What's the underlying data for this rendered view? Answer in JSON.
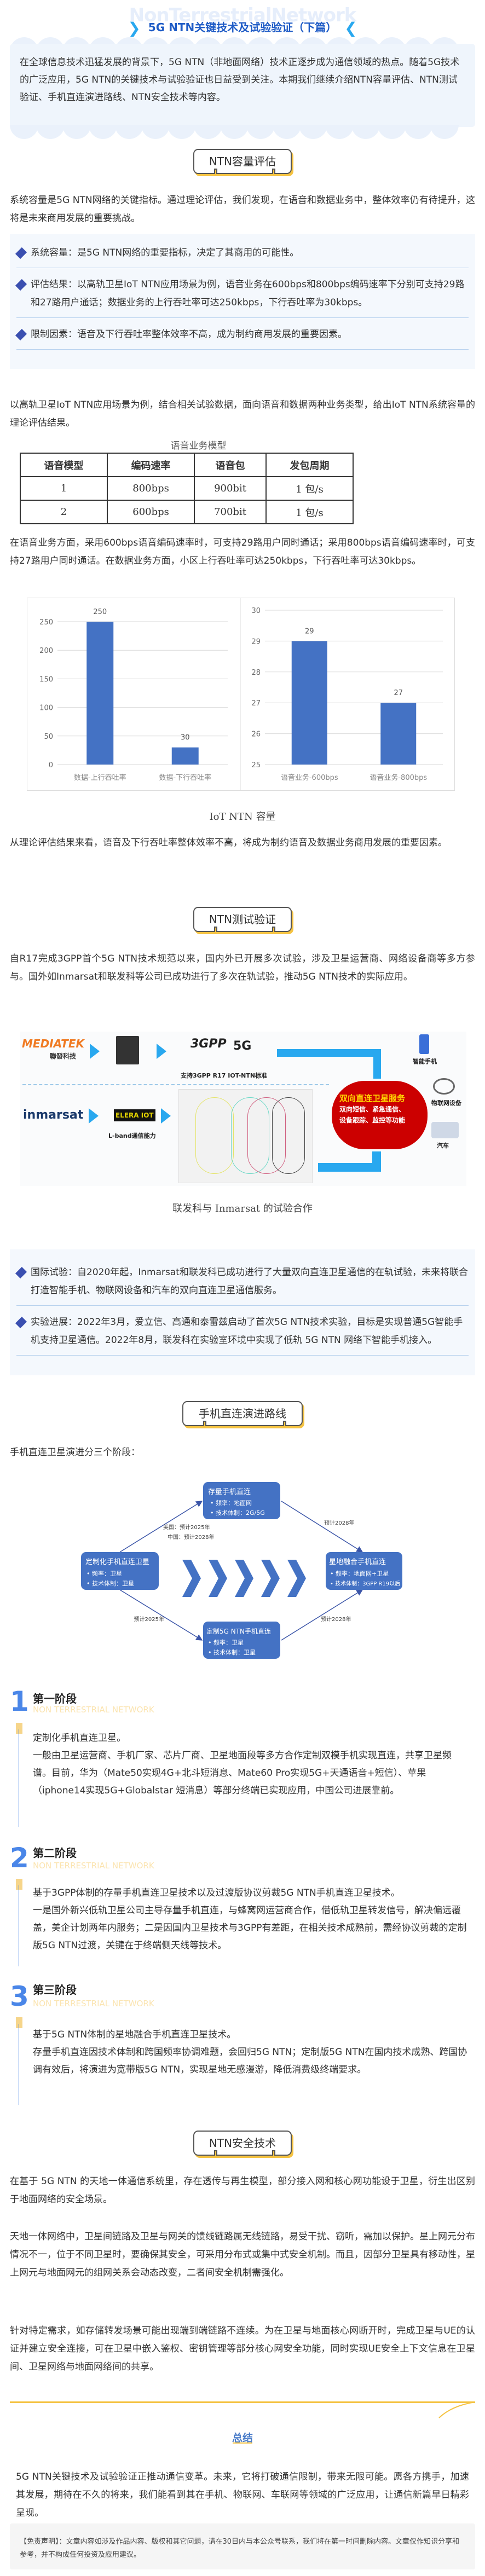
{
  "header": {
    "watermark": "NonTerrestrialNetwork",
    "title": "5G NTN关键技术及试验验证（下篇）",
    "chevron_left": "❯",
    "chevron_right": "❮"
  },
  "intro": "在全球信息技术迅猛发展的背景下，5G NTN（非地面网络）技术正逐步成为通信领域的热点。随着5G技术的广泛应用，5G NTN的关键技术与试验验证也日益受到关注。本期我们继续介绍NTN容量评估、NTN测试验证、手机直连演进路线、NTN安全技术等内容。",
  "capacity": {
    "heading": "NTN容量评估",
    "para1": "系统容量是5G NTN网络的关键指标。通过理论评估，我们发现，在语音和数据业务中，整体效率仍有待提升，这将是未来商用发展的重要挑战。",
    "bullets": [
      "系统容量：是5G NTN网络的重要指标，决定了其商用的可能性。",
      "评估结果：以高轨卫星IoT NTN应用场景为例，语音业务在600bps和800bps编码速率下分别可支持29路和27路用户通话；数据业务的上行吞吐率可达250kbps，下行吞吐率为30kbps。",
      "限制因素：语音及下行吞吐率整体效率不高，成为制约商用发展的重要因素。"
    ],
    "para2": "以高轨卫星IoT NTN应用场景为例，结合相关试验数据，面向语音和数据两种业务类型，给出IoT NTN系统容量的理论评估结果。",
    "table": {
      "caption": "语音业务模型",
      "headers": [
        "语音模型",
        "编码速率",
        "语音包",
        "发包周期"
      ],
      "rows": [
        [
          "1",
          "800bps",
          "900bit",
          "1 包/s"
        ],
        [
          "2",
          "600bps",
          "700bit",
          "1 包/s"
        ]
      ]
    },
    "para3": "在语音业务方面，采用600bps语音编码速率时，可支持29路用户同时通话；采用800bps语音编码速率时，可支持27路用户同时通话。在数据业务方面，小区上行吞吐率可达250kbps，下行吞吐率可达30kbps。",
    "chart_caption": "IoT NTN 容量",
    "para4": "从理论评估结果来看，语音及下行吞吐率整体效率不高，将成为制约语音及数据业务商用发展的重要因素。"
  },
  "chart_data": [
    {
      "type": "bar",
      "title": "",
      "categories": [
        "数据-上行吞吐率",
        "数据-下行吞吐率"
      ],
      "values": [
        250,
        30
      ],
      "ylim": [
        0,
        250
      ],
      "yticks": [
        0,
        50,
        100,
        150,
        200,
        250
      ],
      "xlabel": "",
      "ylabel": "",
      "grid": true,
      "color": "#4472c4"
    },
    {
      "type": "bar",
      "title": "",
      "categories": [
        "语音业务-600bps",
        "语音业务-800bps"
      ],
      "values": [
        29,
        27
      ],
      "ylim": [
        25,
        30
      ],
      "yticks": [
        25,
        26,
        27,
        28,
        29,
        30
      ],
      "xlabel": "",
      "ylabel": "",
      "grid": true,
      "color": "#4472c4"
    }
  ],
  "testing": {
    "heading": "NTN测试验证",
    "para": "自R17完成3GPP首个5G NTN技术规范以来，国内外已开展多次试验，涉及卫星运营商、网络设备商等多方参与。国外如Inmarsat和联发科等公司已成功进行了多次在轨试验，推动5G NTN技术的实际应用。",
    "figure": {
      "mediatek": "MEDIATEK",
      "mediatek_cn": "聯發科技",
      "standard": "支持3GPP R17 IOT-NTN标准",
      "logo_3gpp": "3GPP",
      "logo_5g": "5G",
      "phone": "智能手机",
      "cloud_title": "双向直连卫星服务",
      "cloud_line1": "双向短信、紧急通信、",
      "cloud_line2": "设备跟踪、监控等功能",
      "iot": "物联网设备",
      "car": "汽车",
      "inmarsat": "inmarsat",
      "elera": "ELERA IOT",
      "lband": "L-band通信能力"
    },
    "caption": "联发科与 Inmarsat 的试验合作",
    "bullets": [
      "国际试验：自2020年起，Inmarsat和联发科已成功进行了大量双向直连卫星通信的在轨试验，未来将联合打造智能手机、物联网设备和汽车的双向直连卫星通信服务。",
      "实验进展：2022年3月，爱立信、高通和泰雷兹启动了首次5G NTN技术实验，目标是实现普通5G智能手机支持卫星通信。2022年8月，联发科在实验室环境中实现了低轨 5G NTN 网络下智能手机接入。"
    ]
  },
  "roadmap": {
    "heading": "手机直连演进路线",
    "intro": "手机直连卫星演进分三个阶段：",
    "nodes": {
      "top": {
        "title": "存量手机直连",
        "l1": "• 频率：地面网",
        "l2": "• 技术体制：2G/5G"
      },
      "left": {
        "title": "定制化手机直连卫星",
        "l1": "• 频率：卫星",
        "l2": "• 技术体制：卫星"
      },
      "right": {
        "title": "星地融合手机直连",
        "l1": "• 频率：地面网+卫星",
        "l2": "• 技术体制：3GPP R19以后"
      },
      "bottom": {
        "title": "定制5G NTN手机直连",
        "l1": "• 频率：卫星",
        "l2": "• 技术体制：卫星"
      }
    },
    "edges": {
      "us": "美国：预计2025年",
      "cn": "中国：预计2028年",
      "top_right": "预计2028年",
      "bottom_left": "预计2025年",
      "bottom_right": "预计2028年"
    },
    "stages": [
      {
        "num": "1",
        "title": "第一阶段",
        "sub": "NON TERRESTRIAL NETWORK",
        "lead": "定制化手机直连卫星。",
        "body": "一般由卫星运营商、手机厂家、芯片厂商、卫星地面段等多方合作定制双模手机实现直连，共享卫星频谱。目前，华为（Mate50实现4G+北斗短消息、Mate60 Pro实现5G+天通语音+短信）、苹果（iphone14实现5G+Globalstar 短消息）等部分终端已实现应用，中国公司进展靠前。"
      },
      {
        "num": "2",
        "title": "第二阶段",
        "sub": "NON TERRESTRIAL NETWORK",
        "lead": "基于3GPP体制的存量手机直连卫星技术以及过渡版协议剪裁5G NTN手机直连卫星技术。",
        "body": "一是国外新兴低轨卫星公司主导存量手机直连，与蜂窝网运营商合作，借低轨卫星转发信号，解决偏远覆盖，美企计划两年内服务；二是因国内卫星技术与3GPP有差距，在相关技术成熟前，需经协议剪裁的定制版5G NTN过渡，关键在于终端侧天线等技术。"
      },
      {
        "num": "3",
        "title": "第三阶段",
        "sub": "NON TERRESTRIAL NETWORK",
        "lead": "基于5G NTN体制的星地融合手机直连卫星技术。",
        "body": "存量手机直连因技术体制和跨国频率协调难题，会回归5G NTN；定制版5G NTN在国内技术成熟、跨国协调有效后，将演进为宽带版5G NTN，实现星地无感漫游，降低消费级终端要求。"
      }
    ]
  },
  "security": {
    "heading": "NTN安全技术",
    "paras": [
      "在基于 5G NTN 的天地一体通信系统里，存在透传与再生模型，部分接入网和核心网功能设于卫星，衍生出区别于地面网络的安全场景。",
      "天地一体网络中，卫星间链路及卫星与网关的馈线链路属无线链路，易受干扰、窃听，需加以保护。星上网元分布情况不一，位于不同卫星时，要确保其安全，可采用分布式或集中式安全机制。而且，因部分卫星具有移动性，星上网元与地面网元的组网关系会动态改变，二者间安全机制需强化。",
      "针对特定需求，如存储转发场景可能出现端到端链路不连续。为在卫星与地面核心网断开时，完成卫星与UE的认证并建立安全连接，可在卫星中嵌入鉴权、密钥管理等部分核心网安全功能，同时实现UE安全上下文信息在卫星间、卫星网络与地面网络间的共享。"
    ]
  },
  "summary": {
    "title": "总结",
    "para": "5G NTN关键技术及试验验证正推动通信变革。未来，它将打破通信限制，带来无限可能。愿各方携手，加速其发展，期待在不久的将来，我们能看到其在手机、物联网、车联网等领域的广泛应用，让通信新篇早日精彩呈现。",
    "disclaimer": "【免责声明】：文章内容如涉及作品内容、版权和其它问题，请在30日内与本公众号联系，我们将在第一时间删除内容。文章仅作知识分享和参考，并不构成任何投资及应用建议。"
  }
}
